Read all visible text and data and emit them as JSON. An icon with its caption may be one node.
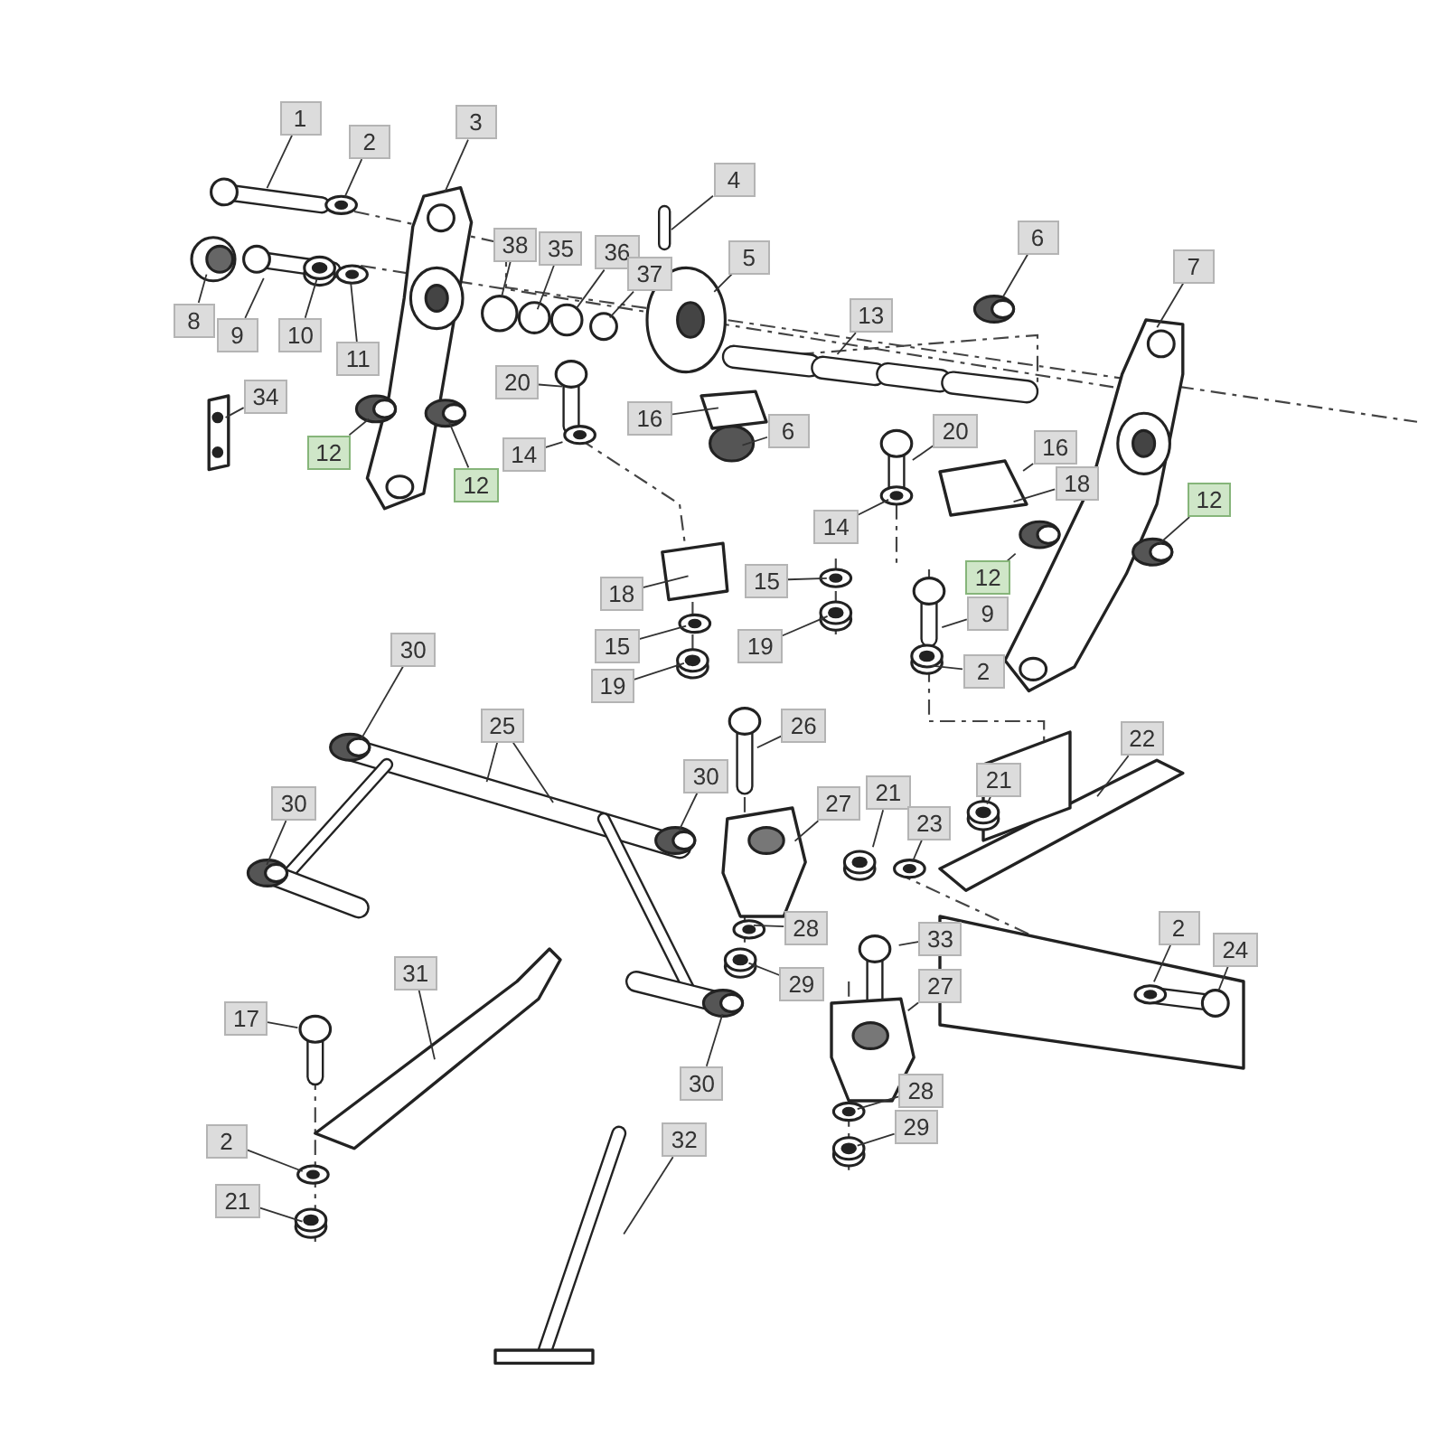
{
  "diagram": {
    "nodes": [
      {
        "text": [
          "1"
        ]
      },
      {
        "text": [
          "2"
        ]
      },
      {
        "text": [
          "3"
        ]
      },
      {
        "text": [
          "4"
        ]
      },
      {
        "text": [
          "5"
        ]
      },
      {
        "text": [
          "6"
        ]
      },
      {
        "text": [
          "7"
        ]
      },
      {
        "text": [
          "8"
        ]
      },
      {
        "text": [
          "9"
        ]
      },
      {
        "text": [
          "10"
        ]
      },
      {
        "text": [
          "11"
        ]
      },
      {
        "text": [
          "38"
        ]
      },
      {
        "text": [
          "35"
        ]
      },
      {
        "text": [
          "36"
        ]
      },
      {
        "text": [
          "37"
        ]
      },
      {
        "text": [
          "13"
        ]
      },
      {
        "text": [
          "20"
        ]
      },
      {
        "text": [
          "16"
        ]
      },
      {
        "text": [
          "6"
        ]
      },
      {
        "text": [
          "34"
        ]
      },
      {
        "text": [
          "12"
        ]
      },
      {
        "text": [
          "12"
        ]
      },
      {
        "text": [
          "14"
        ]
      },
      {
        "text": [
          "20"
        ]
      },
      {
        "text": [
          "16"
        ]
      },
      {
        "text": [
          "18"
        ]
      },
      {
        "text": [
          "12"
        ]
      },
      {
        "text": [
          "12"
        ]
      },
      {
        "text": [
          "14"
        ]
      },
      {
        "text": [
          "18"
        ]
      },
      {
        "text": [
          "15"
        ]
      },
      {
        "text": [
          "19"
        ]
      },
      {
        "text": [
          "15"
        ]
      },
      {
        "text": [
          "19"
        ]
      },
      {
        "text": [
          "9"
        ]
      },
      {
        "text": [
          "2"
        ]
      },
      {
        "text": [
          "30"
        ]
      },
      {
        "text": [
          "25"
        ]
      },
      {
        "text": [
          "30"
        ]
      },
      {
        "text": [
          "30"
        ]
      },
      {
        "text": [
          "26"
        ]
      },
      {
        "text": [
          "27"
        ]
      },
      {
        "text": [
          "21"
        ]
      },
      {
        "text": [
          "21"
        ]
      },
      {
        "text": [
          "23"
        ]
      },
      {
        "text": [
          "22"
        ]
      },
      {
        "text": [
          "28"
        ]
      },
      {
        "text": [
          "29"
        ]
      },
      {
        "text": [
          "33"
        ]
      },
      {
        "text": [
          "27"
        ]
      },
      {
        "text": [
          "2"
        ]
      },
      {
        "text": [
          "24"
        ]
      },
      {
        "text": [
          "28"
        ]
      },
      {
        "text": [
          "29"
        ]
      },
      {
        "text": [
          "30"
        ]
      },
      {
        "text": [
          "17"
        ]
      },
      {
        "text": [
          "31"
        ]
      },
      {
        "text": [
          "32"
        ]
      },
      {
        "text": [
          "2"
        ]
      },
      {
        "text": [
          "21"
        ]
      }
    ],
    "edges": [
      {
        "from": 0,
        "to": null,
        "arrow": "none"
      },
      {
        "from": 1,
        "to": null,
        "arrow": "none"
      },
      {
        "from": 2,
        "to": null,
        "arrow": "none"
      },
      {
        "from": 3,
        "to": null,
        "arrow": "none"
      },
      {
        "from": 4,
        "to": null,
        "arrow": "none"
      },
      {
        "from": 5,
        "to": null,
        "arrow": "none"
      },
      {
        "from": 6,
        "to": null,
        "arrow": "none"
      },
      {
        "from": 7,
        "to": null,
        "arrow": "none"
      },
      {
        "from": 8,
        "to": null,
        "arrow": "none"
      },
      {
        "from": 9,
        "to": null,
        "arrow": "none"
      },
      {
        "from": 10,
        "to": null,
        "arrow": "none"
      },
      {
        "from": 11,
        "to": null,
        "arrow": "none"
      },
      {
        "from": 12,
        "to": null,
        "arrow": "none"
      },
      {
        "from": 13,
        "to": null,
        "arrow": "none"
      },
      {
        "from": 14,
        "to": null,
        "arrow": "none"
      },
      {
        "from": 15,
        "to": null,
        "arrow": "none"
      },
      {
        "from": 16,
        "to": null,
        "arrow": "none"
      },
      {
        "from": 17,
        "to": null,
        "arrow": "none"
      },
      {
        "from": 18,
        "to": null,
        "arrow": "none"
      },
      {
        "from": 19,
        "to": null,
        "arrow": "none"
      },
      {
        "from": 20,
        "to": null,
        "arrow": "none"
      },
      {
        "from": 21,
        "to": null,
        "arrow": "none"
      },
      {
        "from": 22,
        "to": null,
        "arrow": "none"
      },
      {
        "from": 23,
        "to": null,
        "arrow": "none"
      },
      {
        "from": 24,
        "to": null,
        "arrow": "none"
      },
      {
        "from": 25,
        "to": null,
        "arrow": "none"
      },
      {
        "from": 26,
        "to": null,
        "arrow": "none"
      },
      {
        "from": 27,
        "to": null,
        "arrow": "none"
      },
      {
        "from": 28,
        "to": null,
        "arrow": "none"
      },
      {
        "from": 29,
        "to": null,
        "arrow": "none"
      },
      {
        "from": 30,
        "to": null,
        "arrow": "none"
      },
      {
        "from": 31,
        "to": null,
        "arrow": "none"
      },
      {
        "from": 32,
        "to": null,
        "arrow": "none"
      },
      {
        "from": 33,
        "to": null,
        "arrow": "none"
      },
      {
        "from": 34,
        "to": null,
        "arrow": "none"
      },
      {
        "from": 35,
        "to": null,
        "arrow": "none"
      },
      {
        "from": 36,
        "to": null,
        "arrow": "none"
      },
      {
        "from": 37,
        "to": null,
        "arrow": "none"
      },
      {
        "from": 37,
        "to": null,
        "arrow": "none"
      },
      {
        "from": 38,
        "to": null,
        "arrow": "none"
      },
      {
        "from": 39,
        "to": null,
        "arrow": "none"
      },
      {
        "from": 40,
        "to": null,
        "arrow": "none"
      },
      {
        "from": 41,
        "to": null,
        "arrow": "none"
      },
      {
        "from": 42,
        "to": null,
        "arrow": "none"
      },
      {
        "from": 43,
        "to": null,
        "arrow": "none"
      },
      {
        "from": 44,
        "to": null,
        "arrow": "none"
      },
      {
        "from": 45,
        "to": null,
        "arrow": "none"
      },
      {
        "from": 46,
        "to": null,
        "arrow": "none"
      },
      {
        "from": 47,
        "to": null,
        "arrow": "none"
      },
      {
        "from": 48,
        "to": null,
        "arrow": "none"
      },
      {
        "from": 49,
        "to": null,
        "arrow": "none"
      },
      {
        "from": 50,
        "to": null,
        "arrow": "none"
      },
      {
        "from": 51,
        "to": null,
        "arrow": "none"
      },
      {
        "from": 52,
        "to": null,
        "arrow": "none"
      },
      {
        "from": 53,
        "to": null,
        "arrow": "none"
      },
      {
        "from": 54,
        "to": null,
        "arrow": "none"
      },
      {
        "from": 55,
        "to": null,
        "arrow": "none"
      },
      {
        "from": 56,
        "to": null,
        "arrow": "none"
      },
      {
        "from": 57,
        "to": null,
        "arrow": "none"
      },
      {
        "from": 58,
        "to": null,
        "arrow": "none"
      },
      {
        "from": 59,
        "to": null,
        "arrow": "none"
      }
    ]
  }
}
